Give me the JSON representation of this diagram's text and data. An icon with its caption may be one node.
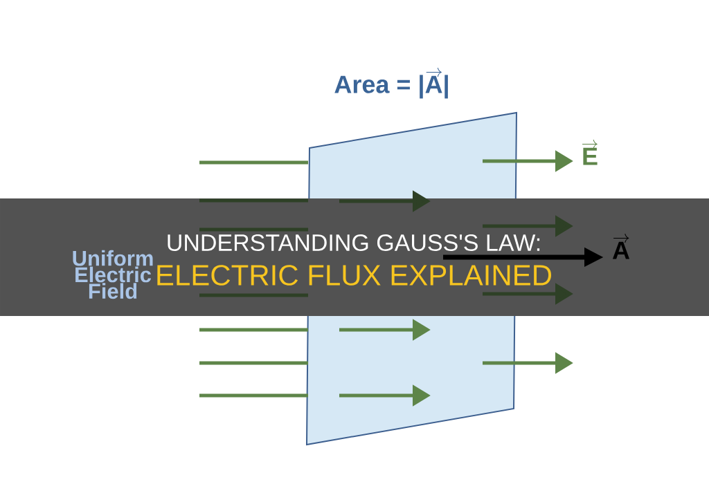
{
  "diagram": {
    "title": "UNDERSTANDING GAUSS'S LAW:",
    "caption": "ELECTRIC FLUX EXPLAINED",
    "nodes": [
      {
        "text": [
          "\\textbf{Area = |}\\overrightarrow{\\textbf{A}}\\textbf{|}"
        ]
      }
    ],
    "labels": [
      "\\overrightarrow{\\textbf{E}}",
      "Uniform Electric Field",
      "\\overrightarrow{\\textbf{A}}"
    ]
  }
}
